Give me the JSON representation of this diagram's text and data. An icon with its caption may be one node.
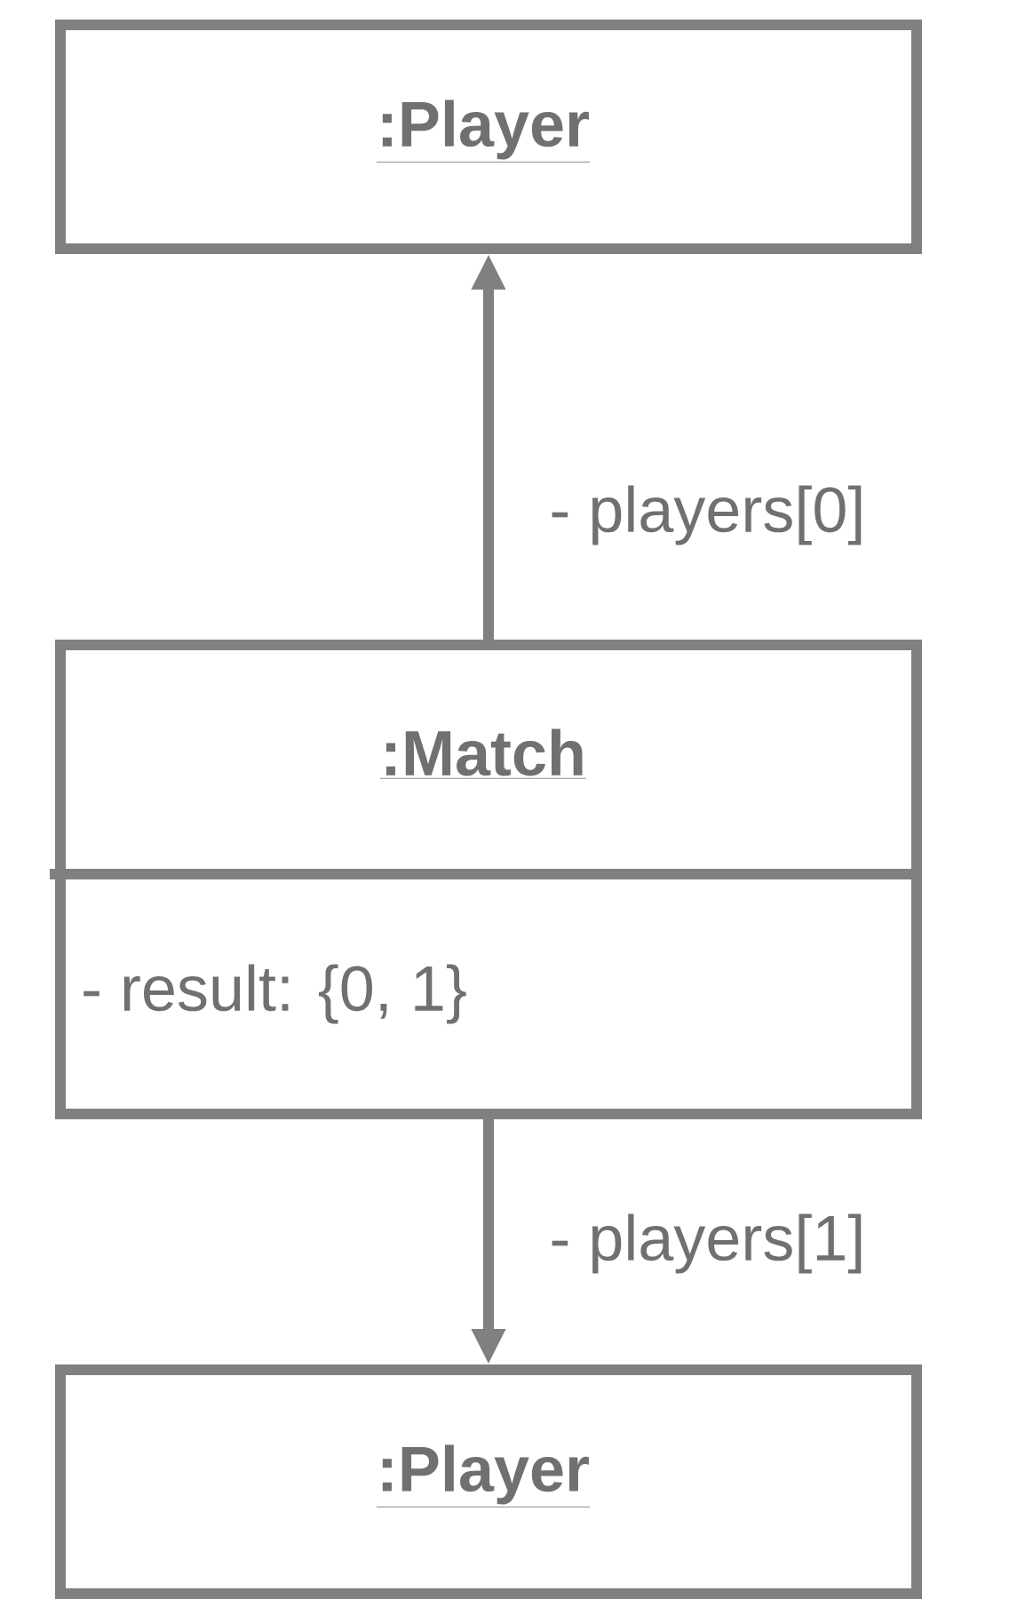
{
  "diagram": {
    "nodes": [
      {
        "text": [
          ":Player"
        ]
      },
      {
        "text": [
          ":Match",
          "- result: {0, 1}"
        ]
      },
      {
        "text": [
          ":Player"
        ]
      }
    ],
    "edges": [
      {
        "from": 1,
        "to": 0,
        "arrow": "to",
        "label": "- players[0]"
      },
      {
        "from": 1,
        "to": 2,
        "arrow": "to",
        "label": "- players[1]"
      }
    ]
  }
}
